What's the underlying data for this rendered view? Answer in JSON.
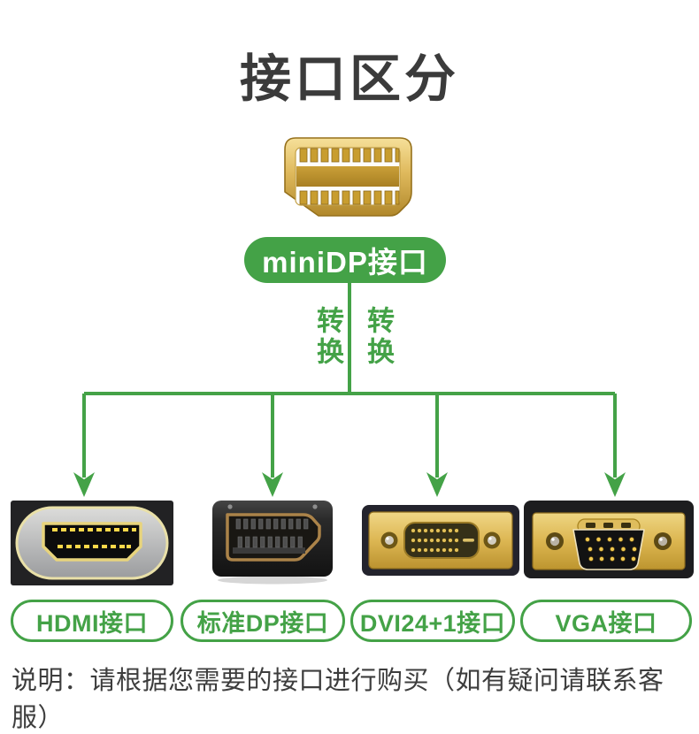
{
  "title": "接口区分",
  "source_connector": {
    "icon": "minidp-connector-photo",
    "label": "miniDP接口"
  },
  "converter_labels": [
    "转换",
    "转换"
  ],
  "target_connectors": [
    {
      "icon": "hdmi-connector-photo",
      "label": "HDMI接口"
    },
    {
      "icon": "dp-connector-photo",
      "label": "标准DP接口"
    },
    {
      "icon": "dvi-connector-photo",
      "label": "DVI24+1接口"
    },
    {
      "icon": "vga-connector-photo",
      "label": "VGA接口"
    }
  ],
  "footer_note": "说明：请根据您需要的接口进行购买（如有疑问请联系客服）",
  "colors": {
    "accent_green": "#44a247",
    "title_text": "#3b3b3b",
    "note_text": "#3d3d3d",
    "pill_fill": "#44a247",
    "pill_text": "#ffffff",
    "connector_gold": "#d2a63e"
  }
}
